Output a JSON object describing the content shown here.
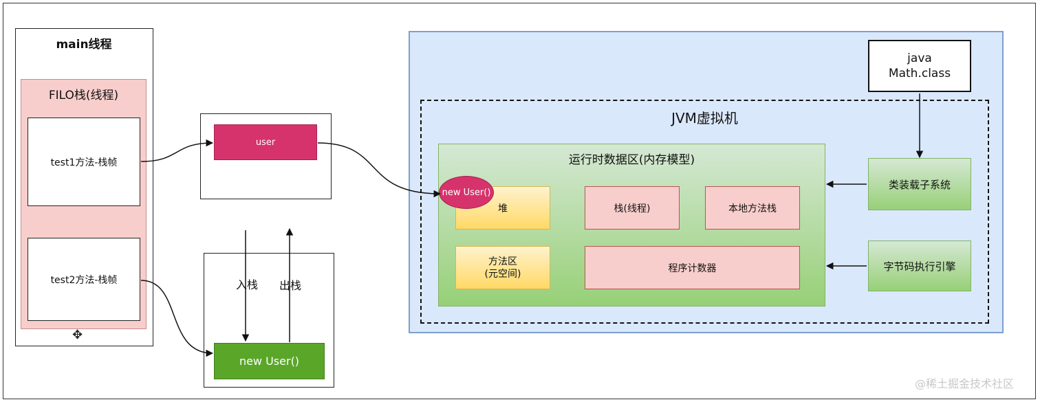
{
  "main_thread": {
    "title": "main线程",
    "stack_title": "FILO栈(线程)",
    "frames": [
      "test1方法-栈帧",
      "test2方法-栈帧"
    ]
  },
  "middle": {
    "user_ref": "user",
    "stack_object": "new User()",
    "push_label": "入栈",
    "pop_label": "出栈"
  },
  "jvm": {
    "class_file": [
      "java",
      "Math.class"
    ],
    "title": "JVM虚拟机",
    "runtime_title": "运行时数据区(内存模型)",
    "heap": "堆",
    "heap_object": "new User()",
    "stack": "栈(线程)",
    "native_stack": "本地方法栈",
    "method_area": [
      "方法区",
      "(元空间)"
    ],
    "pc": "程序计数器",
    "class_loader": "类装载子系统",
    "engine": "字节码执行引擎"
  },
  "watermark": "@稀土掘金技术社区",
  "colors": {
    "magenta": "#d6336c",
    "green": "#5aa629",
    "jvm_bg": "#dae8fc",
    "pink": "#f8cecc"
  }
}
